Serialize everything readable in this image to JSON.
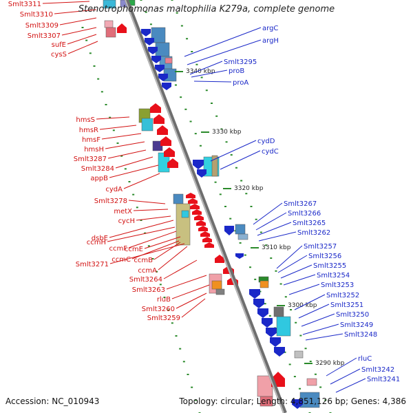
{
  "title": "Stenotrophomonas maltophilia K279a, complete genome",
  "accession": "Accession: NC_010943",
  "topology": "Topology: circular; Length: 4,851,126 bp; Genes: 4,386",
  "colors": {
    "backbone": "#888888",
    "forward_gene": "#e8101a",
    "reverse_gene": "#1a28c8",
    "left_label": "#d21010",
    "right_label": "#1a28c8",
    "tick": "#2a8a2a"
  },
  "kbp_ticks": [
    {
      "label": "3340 kbp"
    },
    {
      "label": "3330 kbp"
    },
    {
      "label": "3320 kbp"
    },
    {
      "label": "3310 kbp"
    },
    {
      "label": "3300 kbp"
    },
    {
      "label": "3290 kbp"
    }
  ],
  "left_labels": [
    "Smlt3311",
    "Smlt3310",
    "Smlt3309",
    "Smlt3307",
    "sufE",
    "cysS",
    "hmsS",
    "hmsR",
    "hmsF",
    "hmsH",
    "Smlt3287",
    "Smlt3284",
    "appB",
    "cydA",
    "Smlt3278",
    "metX",
    "cycH",
    "dsbE",
    "ccmH",
    "ccmF",
    "ccmE",
    "ccmC",
    "ccmB",
    "Smlt3271",
    "ccmA",
    "Smlt3264",
    "Smlt3263",
    "rluB",
    "Smlt3260",
    "Smlt3259"
  ],
  "right_labels": [
    "argC",
    "argH",
    "Smlt3295",
    "proB",
    "proA",
    "cydD",
    "cydC",
    "Smlt3267",
    "Smlt3266",
    "Smlt3265",
    "Smlt3262",
    "Smlt3257",
    "Smlt3256",
    "Smlt3255",
    "Smlt3254",
    "Smlt3253",
    "Smlt3252",
    "Smlt3251",
    "Smlt3250",
    "Smlt3249",
    "Smlt3248",
    "rluC",
    "Smlt3242",
    "Smlt3241"
  ]
}
